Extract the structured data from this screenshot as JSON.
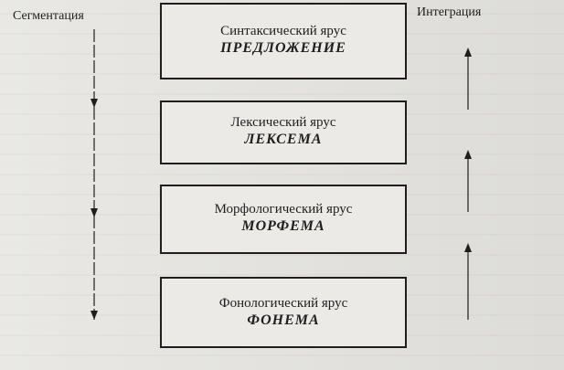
{
  "left_label": "Сегментация",
  "right_label": "Интеграция",
  "tiers": [
    {
      "tier": "Синтаксический ярус",
      "unit": "ПРЕДЛОЖЕНИЕ"
    },
    {
      "tier": "Лексический ярус",
      "unit": "ЛЕКСЕМА"
    },
    {
      "tier": "Морфологический ярус",
      "unit": "МОРФЕМА"
    },
    {
      "tier": "Фонологический ярус",
      "unit": "ФОНЕМА"
    }
  ]
}
